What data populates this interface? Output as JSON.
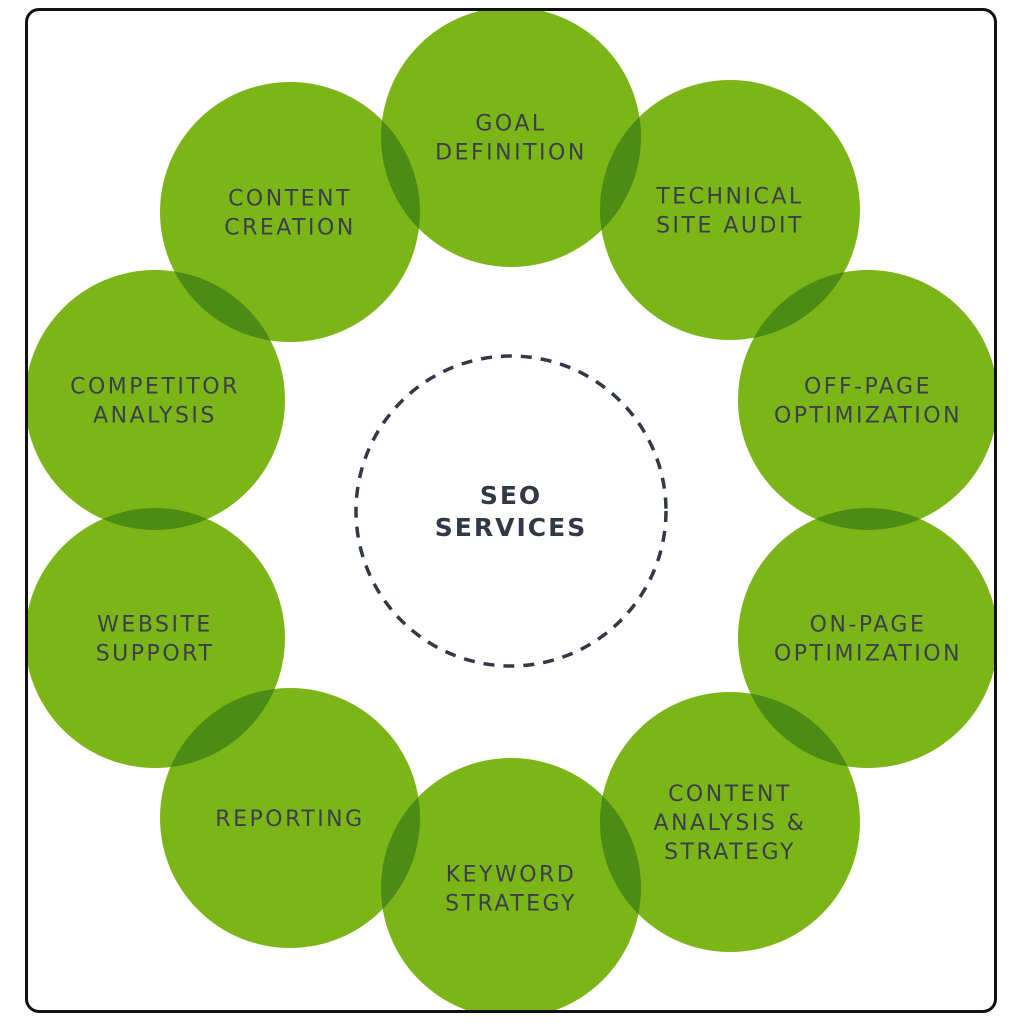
{
  "colors": {
    "circle_fill": "#7cb518",
    "overlap": "#4d8c14",
    "text": "#3a3f49",
    "center_text": "#323846",
    "dash": "#323846",
    "frame": "#111111"
  },
  "center": {
    "lines": [
      "SEO",
      "SERVICES"
    ]
  },
  "nodes": [
    {
      "id": "goal-definition",
      "lines": [
        "GOAL",
        "DEFINITION"
      ]
    },
    {
      "id": "technical-site-audit",
      "lines": [
        "TECHNICAL",
        "SITE AUDIT"
      ]
    },
    {
      "id": "off-page-optimization",
      "lines": [
        "OFF-PAGE",
        "OPTIMIZATION"
      ]
    },
    {
      "id": "on-page-optimization",
      "lines": [
        "ON-PAGE",
        "OPTIMIZATION"
      ]
    },
    {
      "id": "content-analysis-strategy",
      "lines": [
        "CONTENT",
        "ANALYSIS &",
        "STRATEGY"
      ]
    },
    {
      "id": "keyword-strategy",
      "lines": [
        "KEYWORD",
        "STRATEGY"
      ]
    },
    {
      "id": "reporting",
      "lines": [
        "REPORTING"
      ]
    },
    {
      "id": "website-support",
      "lines": [
        "WEBSITE",
        "SUPPORT"
      ]
    },
    {
      "id": "competitor-analysis",
      "lines": [
        "COMPETITOR",
        "ANALYSIS"
      ]
    },
    {
      "id": "content-creation",
      "lines": [
        "CONTENT",
        "CREATION"
      ]
    }
  ]
}
